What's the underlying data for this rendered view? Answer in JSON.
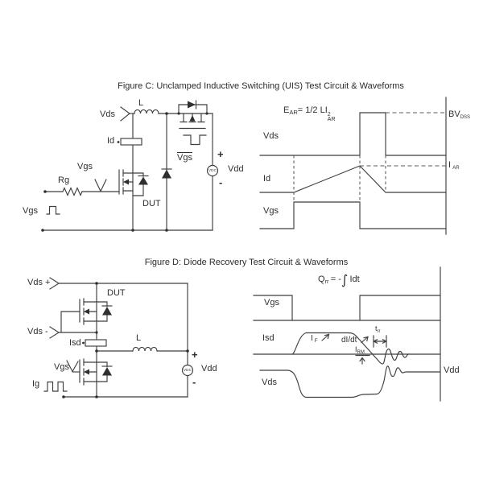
{
  "figure_c": {
    "title": "Figure C: Unclamped Inductive Switching (UIS) Test Circuit & Waveforms",
    "circuit": {
      "vds": "Vds",
      "l": "L",
      "id": "Id",
      "vgs": "Vgs",
      "rg": "Rg",
      "dut": "DUT",
      "vgs_pulse": "Vgs",
      "vgs_clamp": "Vgs",
      "vdc": "VDC",
      "vdd": "Vdd",
      "plus": "+",
      "minus": "-"
    },
    "waveform": {
      "formula": {
        "base": "E",
        "sub1": "AR",
        "mid": "= 1/2 LI",
        "sup2": "2",
        "sub2": "AR"
      },
      "vds": "Vds",
      "id": "Id",
      "vgs": "Vgs",
      "bv_base": "BV",
      "bv_sub": "DSS",
      "iar_base": "I",
      "iar_sub": "AR"
    }
  },
  "figure_d": {
    "title": "Figure D: Diode Recovery Test Circuit & Waveforms",
    "circuit": {
      "vds_plus": "Vds +",
      "vds_minus": "Vds -",
      "dut": "DUT",
      "isd": "Isd",
      "l": "L",
      "vgs": "Vgs",
      "ig": "Ig",
      "vdc": "VDC",
      "vdd": "Vdd",
      "plus": "+",
      "minus": "-"
    },
    "waveform": {
      "formula": {
        "base": "Q",
        "sub": "rr",
        "eq": "= -",
        "integral": "∫",
        "rest": "Idt"
      },
      "vgs": "Vgs",
      "isd": "Isd",
      "vds": "Vds",
      "vdd": "Vdd",
      "if_base": "I",
      "if_sub": "F",
      "didt": "dI/dt",
      "trr_base": "t",
      "trr_sub": "rr",
      "irm_base": "I",
      "irm_sub": "RM"
    }
  }
}
